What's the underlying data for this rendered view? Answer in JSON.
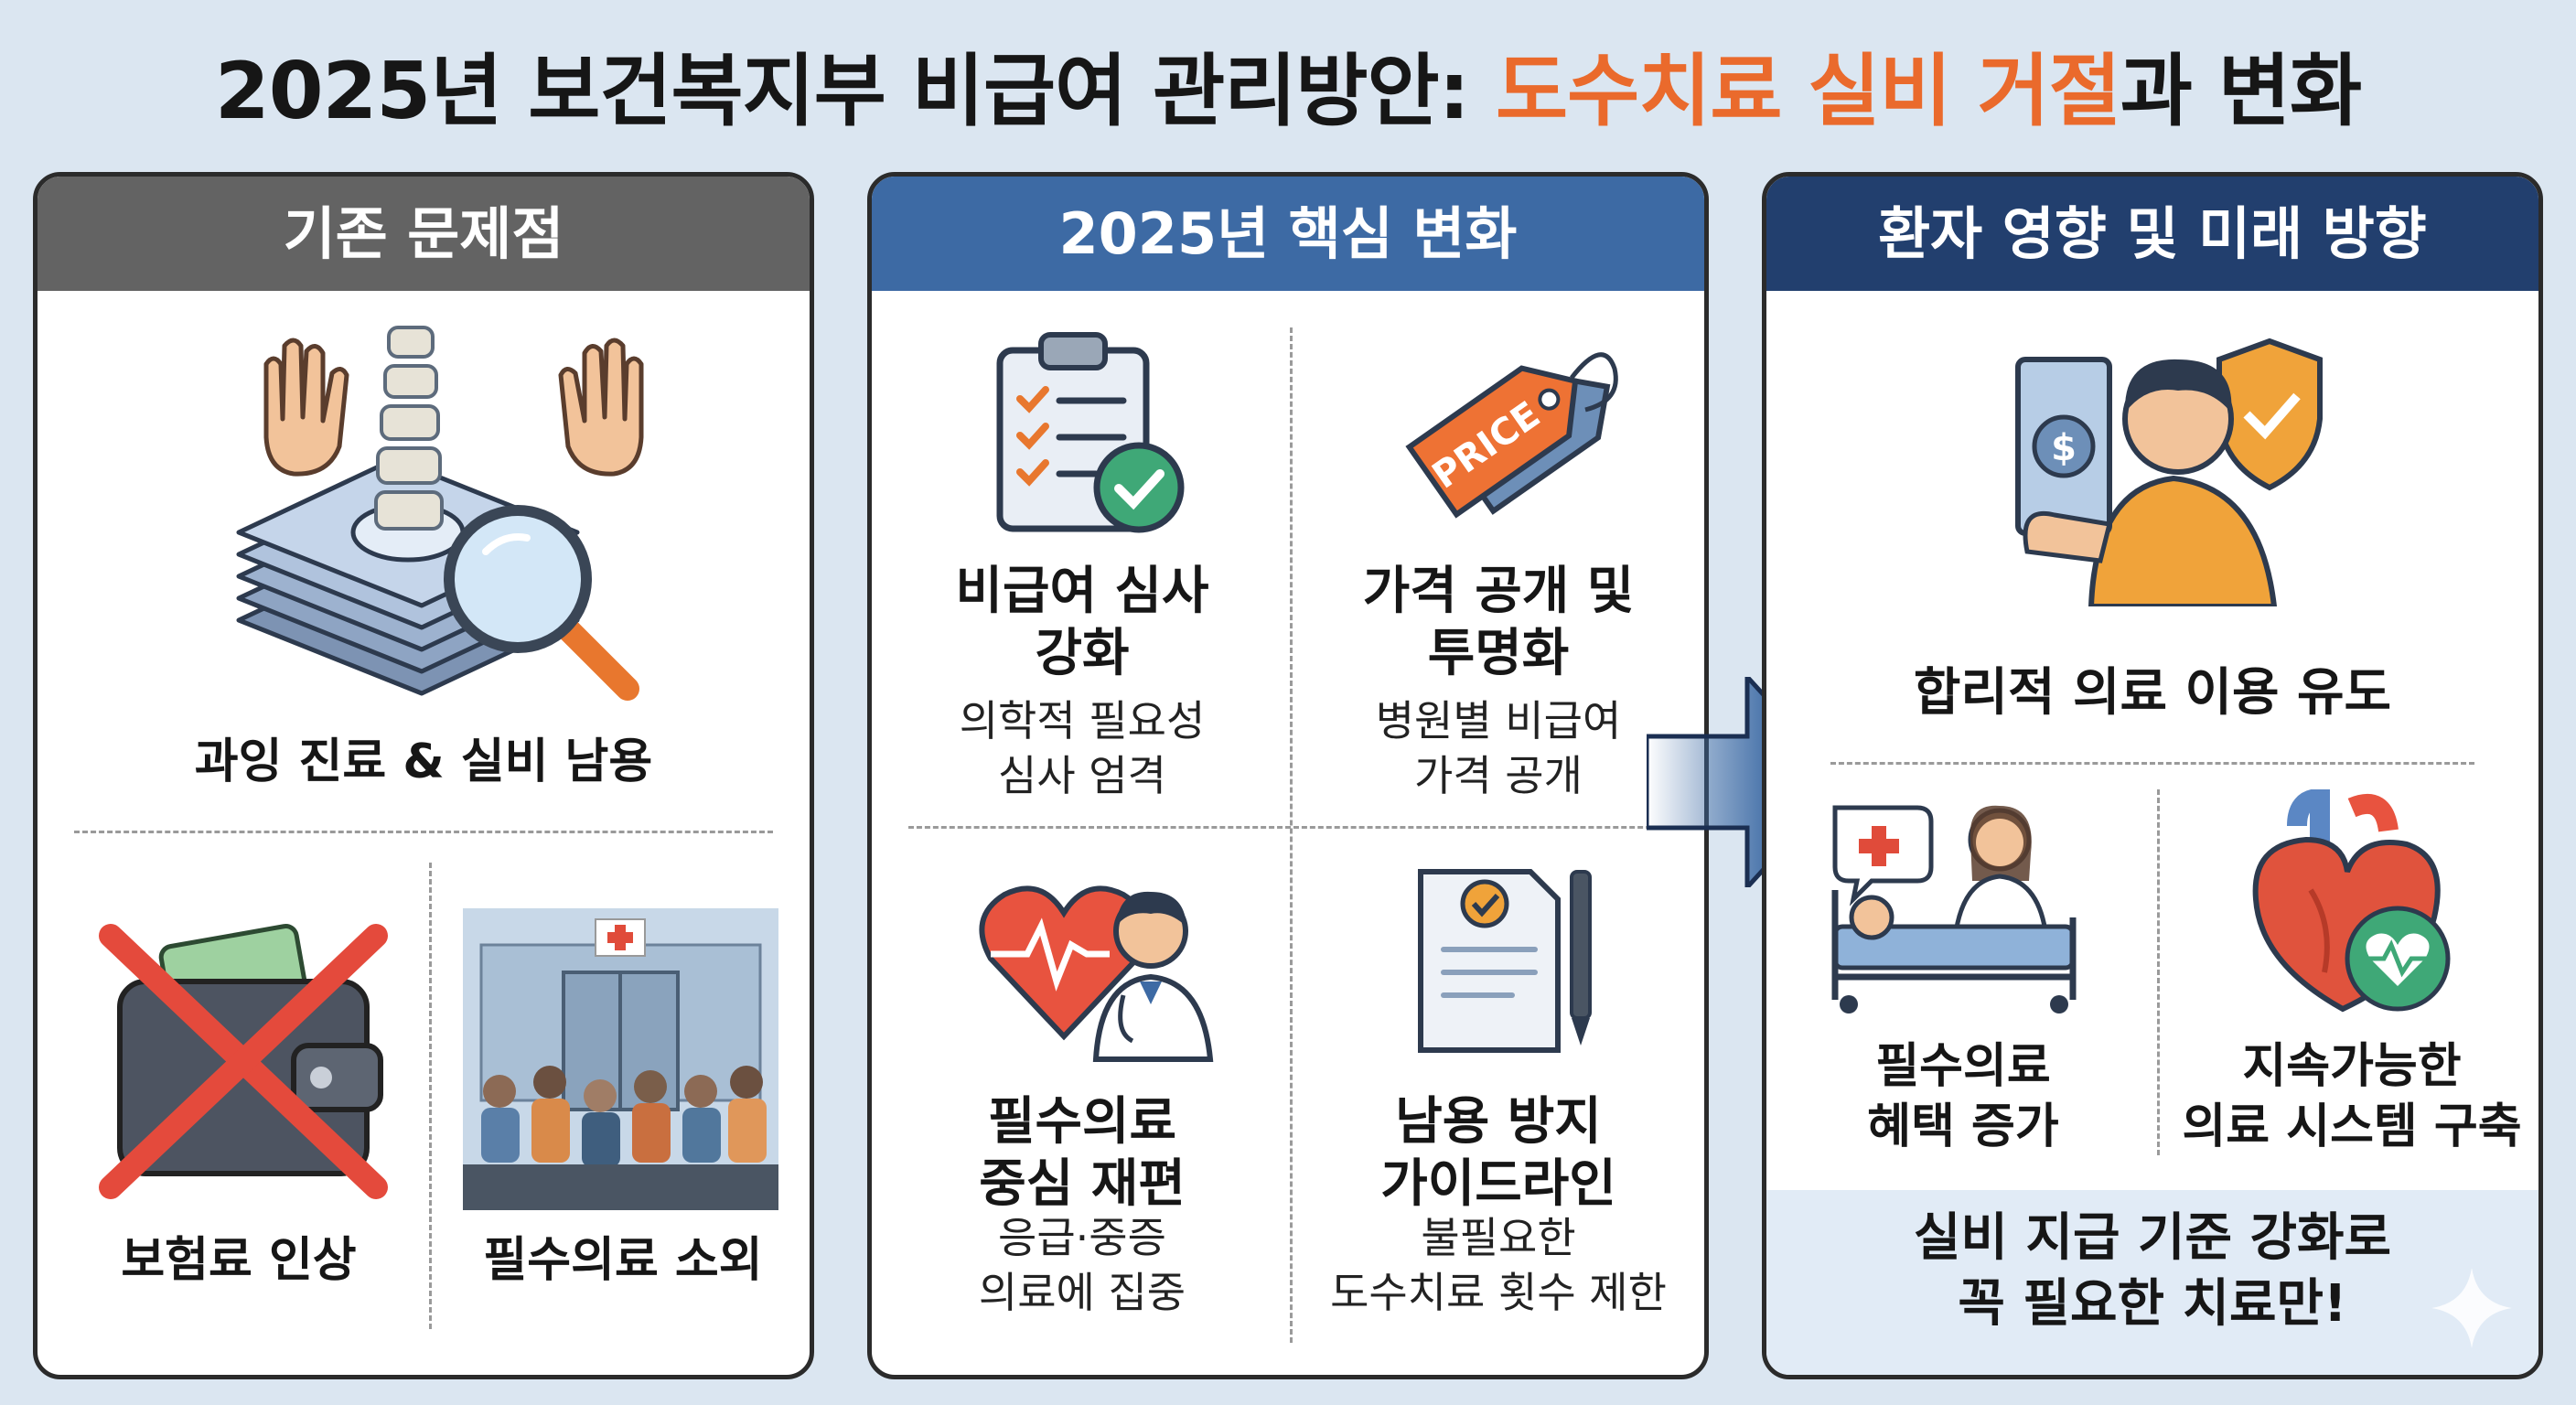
{
  "title": {
    "part1": "2025년 보건복지부 비급여 관리방안: ",
    "accent": "도수치료 실비 거절",
    "part2": "과 변화",
    "accent_color": "#ea6a2c"
  },
  "panels": [
    {
      "header": "기존 문제점",
      "header_color": "#636363",
      "items": [
        {
          "label": "과잉 진료 & 실비 남용",
          "icon": "money-stack-magnifier-spine-icon"
        },
        {
          "label": "보험료 인상",
          "icon": "crossed-wallet-icon"
        },
        {
          "label": "필수의료 소외",
          "icon": "hospital-waiting-crowd-icon"
        }
      ]
    },
    {
      "header": "2025년 핵심 변화",
      "header_color": "#3d6aa4",
      "items": [
        {
          "title_lines": [
            "비급여 심사",
            "강화"
          ],
          "desc_lines": [
            "의학적 필요성",
            "심사 엄격"
          ],
          "icon": "clipboard-check-icon"
        },
        {
          "title_lines": [
            "가격 공개 및",
            "투명화"
          ],
          "desc_lines": [
            "병원별 비급여",
            "가격 공개"
          ],
          "icon": "price-tag-icon",
          "icon_text": "PRICE"
        },
        {
          "title_lines": [
            "필수의료",
            "중심 재편"
          ],
          "desc_lines": [
            "응급·중증",
            "의료에 집중"
          ],
          "icon": "heart-doctor-icon"
        },
        {
          "title_lines": [
            "남용 방지",
            "가이드라인"
          ],
          "desc_lines": [
            "불필요한",
            "도수치료 횟수 제한"
          ],
          "icon": "document-pen-icon"
        }
      ]
    },
    {
      "header": "환자 영향 및 미래 방향",
      "header_color": "#223f6e",
      "items": [
        {
          "label": "합리적 의료 이용 유도",
          "icon": "person-money-shield-icon"
        },
        {
          "title_lines": [
            "필수의료",
            "혜택 증가"
          ],
          "icon": "patient-bed-doctor-icon"
        },
        {
          "title_lines": [
            "지속가능한",
            "의료 시스템 구축"
          ],
          "icon": "heart-organ-icon"
        }
      ],
      "footer_lines": [
        "실비 지급 기준 강화로",
        "꼭 필요한 치료만!"
      ]
    }
  ],
  "icons": {
    "arrow": "right-arrow-icon",
    "sparkle": "sparkle-icon"
  }
}
